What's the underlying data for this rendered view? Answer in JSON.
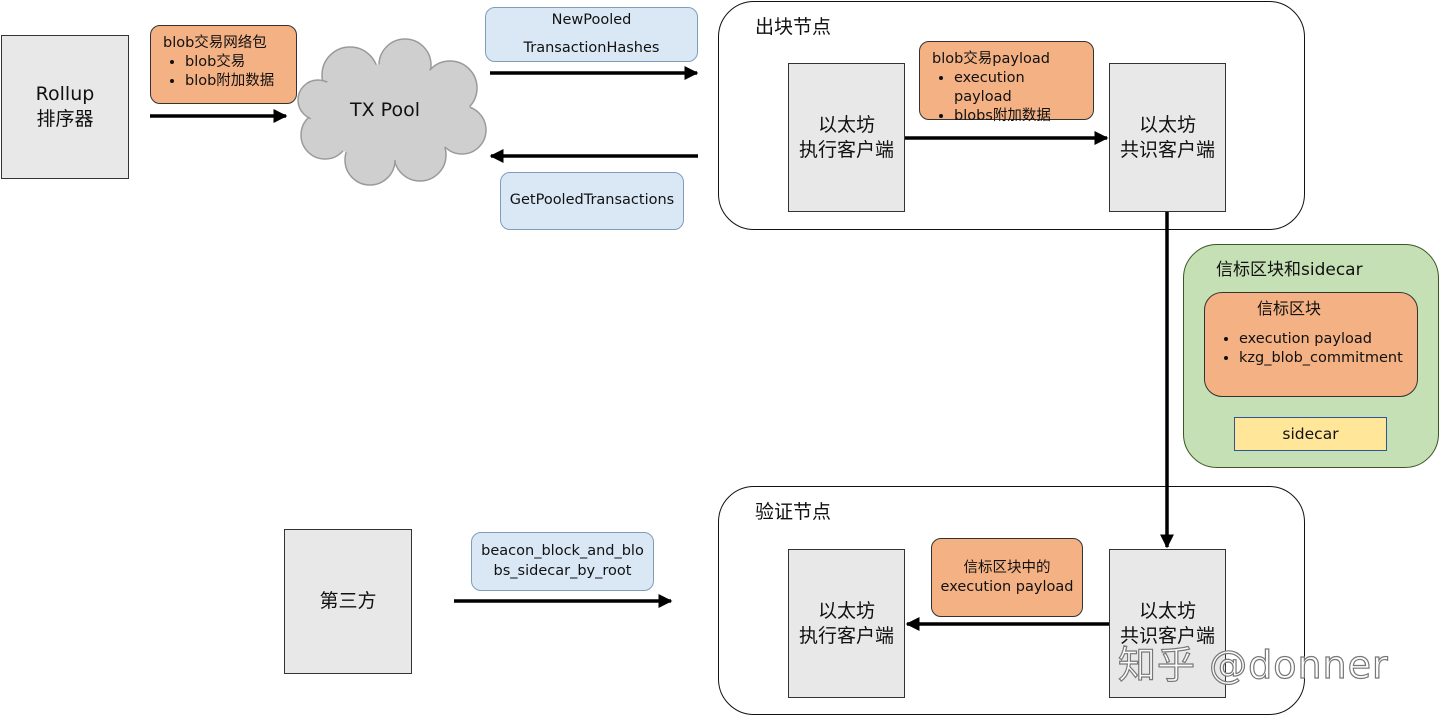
{
  "sequencer": {
    "label": "Rollup\n排序器"
  },
  "blob_packet": {
    "title": "blob交易网络包",
    "items": [
      "blob交易",
      "blob附加数据"
    ]
  },
  "tx_pool": {
    "label": "TX Pool"
  },
  "new_pooled": {
    "label": "NewPooled\nTransactionHashes"
  },
  "get_pooled": {
    "label": "GetPooledTransactions"
  },
  "producer": {
    "title": "出块节点",
    "exec_client": "以太坊\n执行客户端",
    "consensus_client": "以太坊\n共识客户端",
    "payload_box": {
      "title": "blob交易payload",
      "items": [
        "execution payload",
        "blobs附加数据"
      ]
    }
  },
  "beacon_sidecar": {
    "title": "信标区块和sidecar",
    "block": {
      "title": "信标区块",
      "items": [
        "execution payload",
        "kzg_blob_commitment"
      ]
    },
    "sidecar": "sidecar"
  },
  "validator": {
    "title": "验证节点",
    "exec_client": "以太坊\n执行客户端",
    "consensus_client": "以太坊\n共识客户端",
    "payload_box": "信标区块中的\nexecution payload"
  },
  "third_party": {
    "label": "第三方"
  },
  "by_root": {
    "label": "beacon_block_and_blo\nbs_sidecar_by_root"
  },
  "watermark": "知乎 @donner"
}
